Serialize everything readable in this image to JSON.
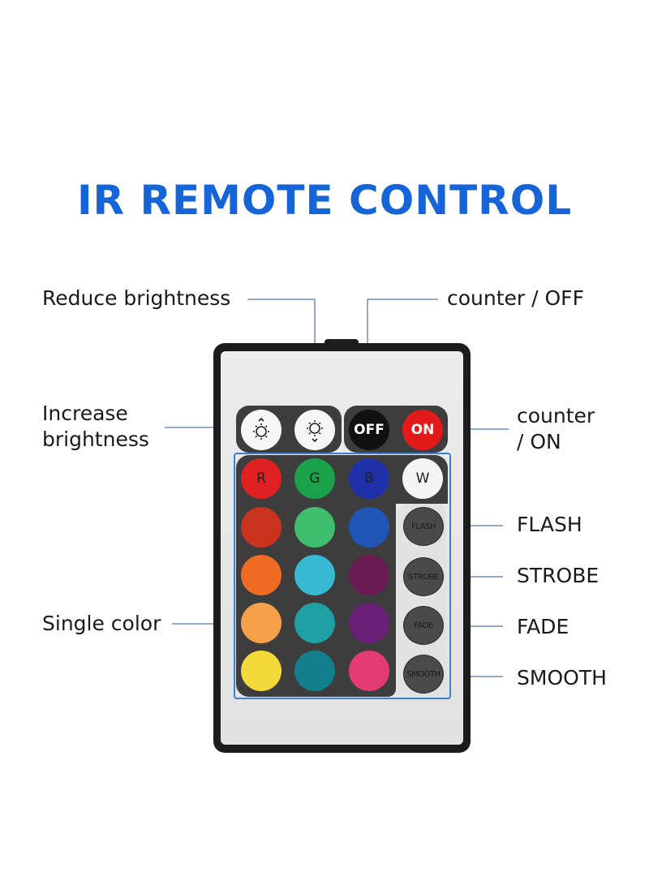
{
  "title": {
    "text": "IR REMOTE CONTROL",
    "color": "#1565d8"
  },
  "labels": {
    "reduce_brightness": "Reduce brightness",
    "counter_off": "counter / OFF",
    "increase_brightness_1": "Increase",
    "increase_brightness_2": "brightness",
    "counter_on_1": "counter",
    "counter_on_2": "/ ON",
    "flash": "FLASH",
    "strobe": "STROBE",
    "single_color": "Single color",
    "fade": "FADE",
    "smooth": "SMOOTH"
  },
  "remote": {
    "top_row": {
      "brightness_up_icon": "sun-up-icon",
      "brightness_down_icon": "sun-down-icon",
      "off_label": "OFF",
      "on_label": "ON"
    },
    "rgbw_row": [
      {
        "label": "R",
        "color": "#e02020"
      },
      {
        "label": "G",
        "color": "#1aa24a"
      },
      {
        "label": "B",
        "color": "#1f2fa8"
      },
      {
        "label": "W",
        "color": "#f5f5f5"
      }
    ],
    "color_grid": [
      [
        "#c9331e",
        "#3fbf6e",
        "#1f55b5"
      ],
      [
        "#ef6a23",
        "#38b9d2",
        "#6a1b52"
      ],
      [
        "#f7a04a",
        "#1fa0a5",
        "#6b2078"
      ],
      [
        "#f4d93a",
        "#137f8e",
        "#e53b74"
      ]
    ],
    "mode_buttons": [
      "FLASH",
      "STROBE",
      "FADE",
      "SMOOTH"
    ]
  },
  "colors": {
    "accent_line": "#3e7fd1",
    "callout_line": "#6d8fb8",
    "remote_body": "#1c1c1c"
  }
}
